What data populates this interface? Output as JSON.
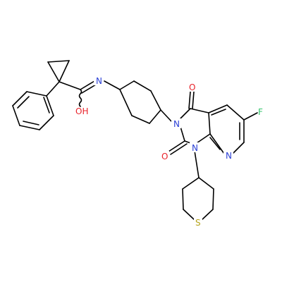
{
  "molecule": {
    "atoms": {
      "n_amide": {
        "text": "N",
        "color": "#2a3fd6"
      },
      "o_amide": {
        "text": "OH",
        "color": "#e8222a"
      },
      "o_top": {
        "text": "O",
        "color": "#e8222a"
      },
      "o_left": {
        "text": "O",
        "color": "#e8222a"
      },
      "n3": {
        "text": "N",
        "color": "#2a3fd6"
      },
      "n1": {
        "text": "N",
        "color": "#2a3fd6"
      },
      "n_pyr": {
        "text": "N",
        "color": "#2a3fd6"
      },
      "f": {
        "text": "F",
        "color": "#33c46b"
      },
      "s": {
        "text": "S",
        "color": "#b5a31b"
      }
    }
  }
}
